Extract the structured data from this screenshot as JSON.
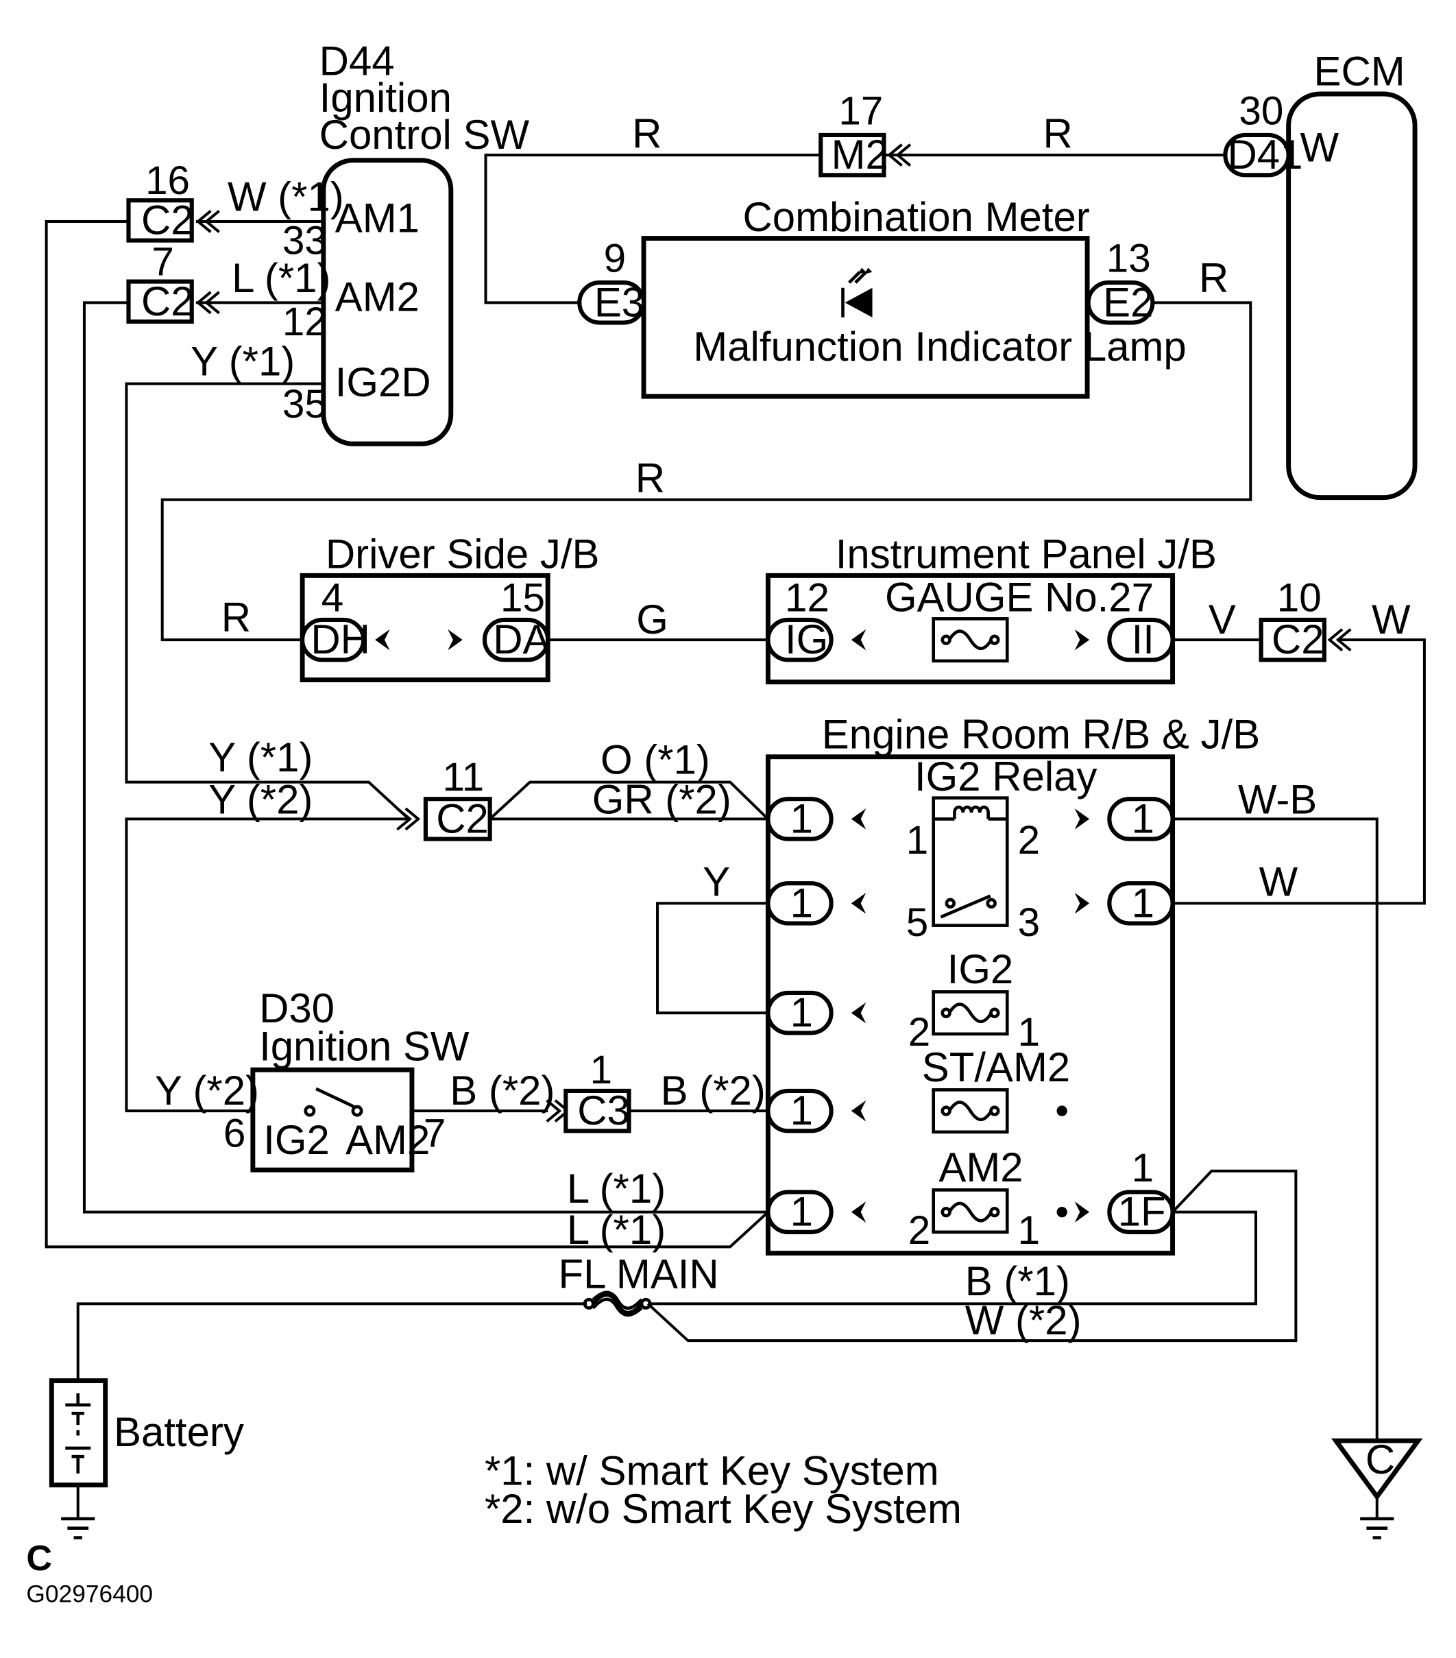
{
  "components": {
    "ignition_control_sw": {
      "code": "D44",
      "line1": "Ignition",
      "line2": "Control SW",
      "terminals": {
        "am1": "AM1",
        "am2": "AM2",
        "ig2d": "IG2D"
      },
      "pins": {
        "am1": "33",
        "am2": "12",
        "ig2d": "35"
      }
    },
    "ecm": {
      "label": "ECM",
      "terminal": "W",
      "connector": "D41",
      "pin": "30"
    },
    "combination_meter": {
      "label": "Combination Meter",
      "lamp": "Malfunction Indicator Lamp",
      "left_connector": "E3",
      "left_pin": "9",
      "right_connector": "E2",
      "right_pin": "13"
    },
    "m2_connector": {
      "label": "M2",
      "pin": "17"
    },
    "driver_side_jb": {
      "label": "Driver Side J/B",
      "left_connector": "DH",
      "left_pin": "4",
      "right_connector": "DA",
      "right_pin": "15"
    },
    "instrument_panel_jb": {
      "label": "Instrument Panel J/B",
      "fuse": "GAUGE No.2",
      "left_connector": "IG",
      "left_pin": "12",
      "right_connector": "II",
      "right_pin": "7"
    },
    "c2_connectors": [
      {
        "label": "C2",
        "pin": "16"
      },
      {
        "label": "C2",
        "pin": "7"
      },
      {
        "label": "C2",
        "pin": "10"
      },
      {
        "label": "C2",
        "pin": "11"
      }
    ],
    "c3_connector": {
      "label": "C3",
      "pin": "1"
    },
    "engine_room_rb": {
      "label": "Engine Room R/B & J/B",
      "relay": "IG2 Relay",
      "relay_pins": [
        "1",
        "2",
        "5",
        "3"
      ],
      "fuses": [
        {
          "label": "IG2",
          "left_pin": "2",
          "right_pin": "1"
        },
        {
          "label": "ST/AM2",
          "left_pin": "",
          "right_pin": ""
        },
        {
          "label": "AM2",
          "left_pin": "2",
          "right_pin": "1"
        }
      ],
      "terminals": [
        "1",
        "1",
        "1",
        "1",
        "1",
        "1",
        "1",
        "1F"
      ],
      "pin_1f": "1"
    },
    "ignition_sw": {
      "code": "D30",
      "label": "Ignition SW",
      "left_terminal": "IG2",
      "right_terminal": "AM2",
      "left_pin": "6",
      "right_pin": "7"
    },
    "fl_main": {
      "label": "FL MAIN"
    },
    "battery": {
      "label": "Battery"
    },
    "ground_c": {
      "label": "C"
    }
  },
  "wires": {
    "r1": "R",
    "r2": "R",
    "r3": "R",
    "r4": "R",
    "r5": "R",
    "w_am1": "W (*1)",
    "l_am2": "L  (*1)",
    "y_ig2d": "Y (*1)",
    "g": "G",
    "v": "V",
    "w_c2_10": "W",
    "y1": "Y (*1)",
    "y2": "Y (*2)",
    "o1": "O (*1)",
    "gr2": "GR (*2)",
    "wb": "W-B",
    "y": "Y",
    "w": "W",
    "y2_sw": "Y (*2)",
    "b2_left": "B (*2)",
    "b2_right": "B (*2)",
    "l1_top": "L  (*1)",
    "l1_bot": "L  (*1)",
    "b1": "B (*1)",
    "w2": "W (*2)"
  },
  "notes": {
    "n1": "*1: w/ Smart Key System",
    "n2": "*2: w/o Smart Key System"
  },
  "footer": {
    "section": "C",
    "figure_code": "G02976400"
  }
}
